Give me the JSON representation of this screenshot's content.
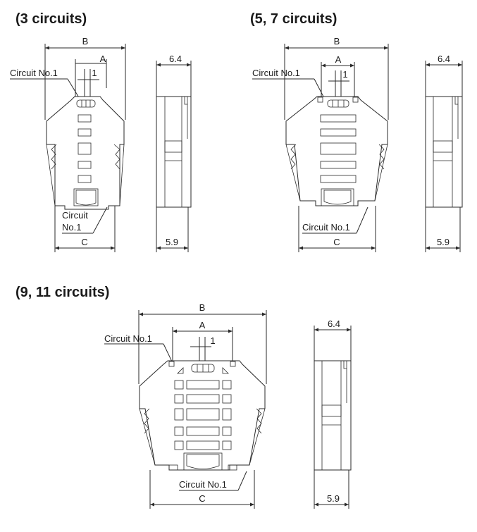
{
  "headings": {
    "h3": "(3 circuits)",
    "h57": "(5, 7 circuits)",
    "h911": "(9, 11 circuits)"
  },
  "labels": {
    "dim_a": "A",
    "dim_b": "B",
    "dim_c": "C",
    "pitch": "1",
    "width": "6.4",
    "depth": "5.9",
    "circuit_no1": "Circuit No.1",
    "circuit_line1": "Circuit",
    "circuit_line2": "No.1"
  }
}
